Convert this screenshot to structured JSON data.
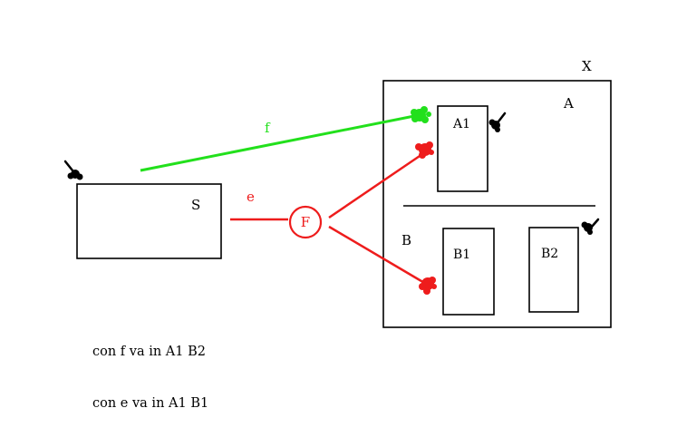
{
  "labels": {
    "S": "S",
    "X": "X",
    "A": "A",
    "B": "B",
    "A1": "A1",
    "B1": "B1",
    "B2": "B2",
    "F": "F",
    "f": "f",
    "e": "e"
  },
  "notes": [
    "con f va in A1 B2",
    "con e va in A1 B1"
  ],
  "colors": {
    "ink": "#000000",
    "green": "#22e01c",
    "red": "#ee1c1c"
  }
}
